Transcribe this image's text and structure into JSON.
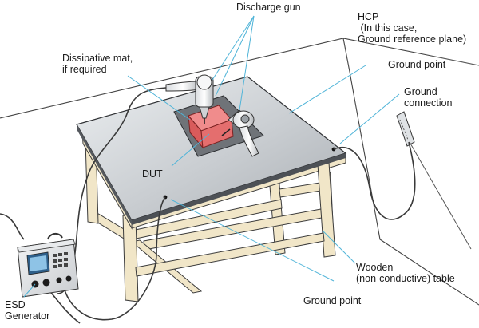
{
  "labels": {
    "discharge_gun": "Discharge gun",
    "hcp": "HCP\n (In this case,\nGround reference plane)",
    "ground_point_top": "Ground point",
    "ground_connection": "Ground\nconnection",
    "dissipative_mat": "Dissipative mat,\nif required",
    "dut": "DUT",
    "wooden_table": "Wooden\n(non-conductive) table",
    "ground_point_bottom": "Ground point",
    "esd_generator": "ESD\nGenerator"
  },
  "colors": {
    "plane": "#c4c8cc",
    "dut": "#e86a6a",
    "mat": "#6f7378",
    "wood": "#f1e6c8",
    "leader": "#4fb4d8",
    "cable": "#3a3a3a"
  }
}
